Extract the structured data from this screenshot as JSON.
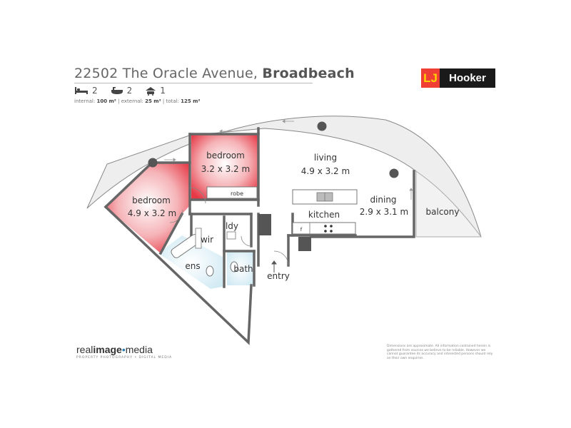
{
  "header": {
    "street": "22502 The Oracle Avenue,",
    "suburb": "Broadbeach",
    "bedrooms": "2",
    "bathrooms": "2",
    "car_spaces": "1",
    "area_internal_label": "internal:",
    "area_internal_value": "100 m²",
    "area_external_label": "external:",
    "area_external_value": "25 m²",
    "area_total_label": "total:",
    "area_total_value": "125 m²"
  },
  "agency": {
    "mark": "LJ",
    "name": "Hooker",
    "mark_color": "#ef3e33",
    "mark_text_color": "#ffd200",
    "name_bg": "#1a1a1a"
  },
  "rooms": {
    "bedroom1_name": "bedroom",
    "bedroom1_size": "3.2 x 3.2 m",
    "robe": "robe",
    "bedroom2_name": "bedroom",
    "bedroom2_size": "4.9 x 3.2 m",
    "living_name": "living",
    "living_size": "4.9 x 3.2 m",
    "dining_name": "dining",
    "dining_size": "2.9 x 3.1 m",
    "kitchen": "kitchen",
    "balcony": "balcony",
    "wir": "wir",
    "ldy": "ldy",
    "ens": "ens",
    "bath": "bath",
    "entry": "entry",
    "fridge": "f"
  },
  "colors": {
    "bedroom_highlight": "#e63946",
    "wet_area": "#d6eef6",
    "wall": "#666666",
    "balcony": "#eeeeee"
  },
  "credit": {
    "brand_light": "real",
    "brand_bold": "image",
    "brand_media": "media",
    "tagline": "PROPERTY PHOTOGRAPHY • DIGITAL MEDIA"
  },
  "disclaimer": "Dimensions are approximate. All information contained herein is gathered from sources we believe to be reliable. However we cannot guarantee its accuracy and interested persons should rely on their own enquiries."
}
